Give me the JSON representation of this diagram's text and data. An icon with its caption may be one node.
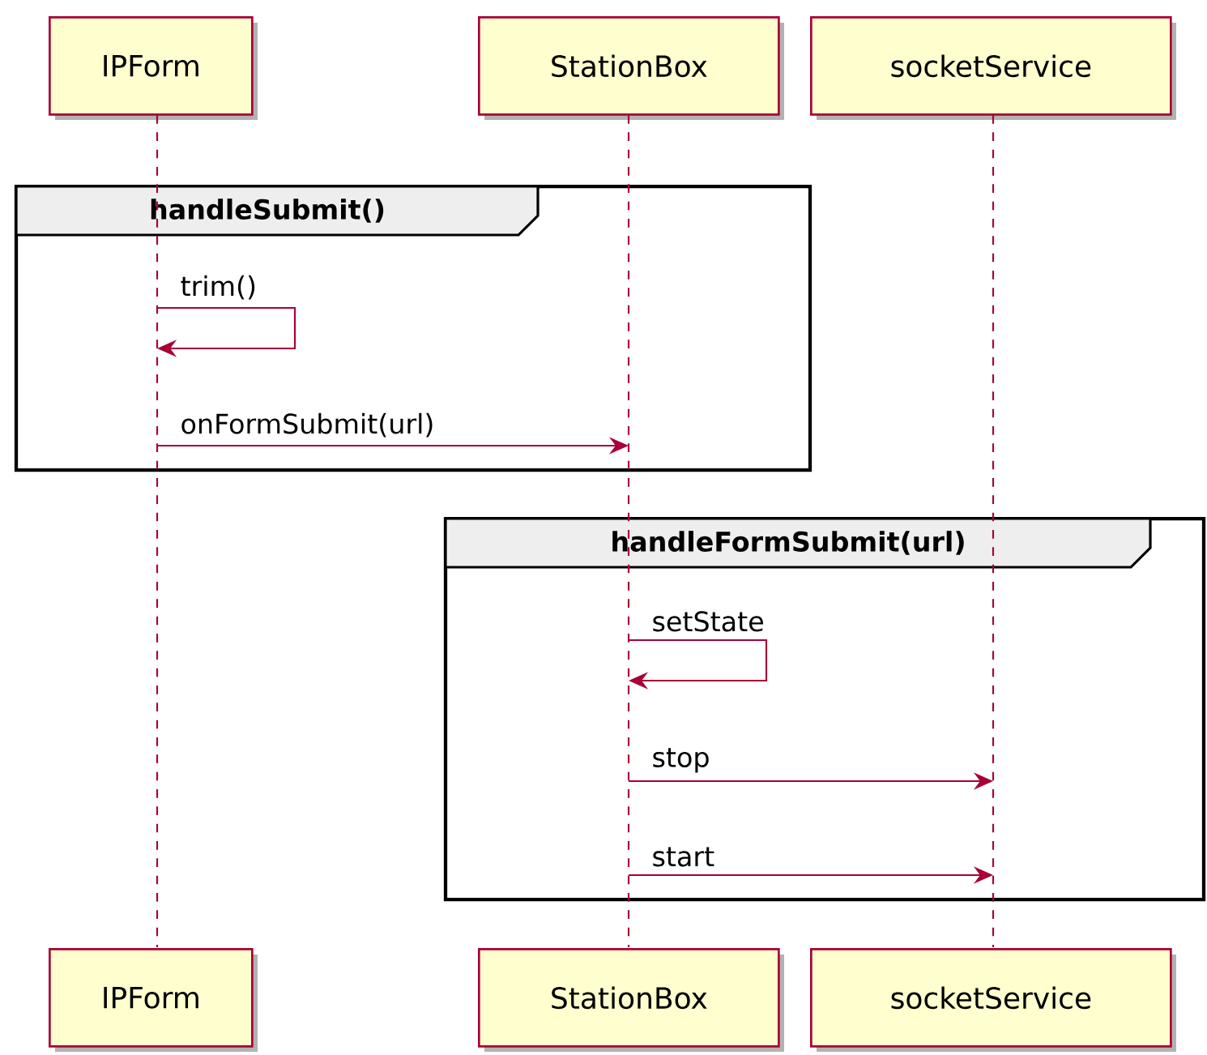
{
  "diagram": {
    "nodes": [
      {
        "text": [
          "IPForm"
        ]
      },
      {
        "text": [
          "StationBox"
        ]
      },
      {
        "text": [
          "socketService"
        ]
      },
      {
        "text": [],
        "shape": "line"
      },
      {
        "text": [],
        "shape": "line"
      },
      {
        "text": [],
        "shape": "line"
      },
      {
        "text": [
          "IPForm"
        ]
      },
      {
        "text": [
          "StationBox"
        ]
      },
      {
        "text": [
          "socketService"
        ]
      }
    ],
    "edges": [
      {
        "from": 3,
        "to": 3,
        "arrow": "to",
        "label": "trim()"
      },
      {
        "from": 3,
        "to": 4,
        "arrow": "to",
        "label": "onFormSubmit(url)"
      },
      {
        "from": 4,
        "to": 4,
        "arrow": "to",
        "label": "setState"
      },
      {
        "from": 4,
        "to": 5,
        "arrow": "to",
        "label": "stop"
      },
      {
        "from": 4,
        "to": 5,
        "arrow": "to",
        "label": "start"
      }
    ],
    "labels": [
      "handleSubmit()",
      "handleFormSubmit(url)"
    ]
  }
}
